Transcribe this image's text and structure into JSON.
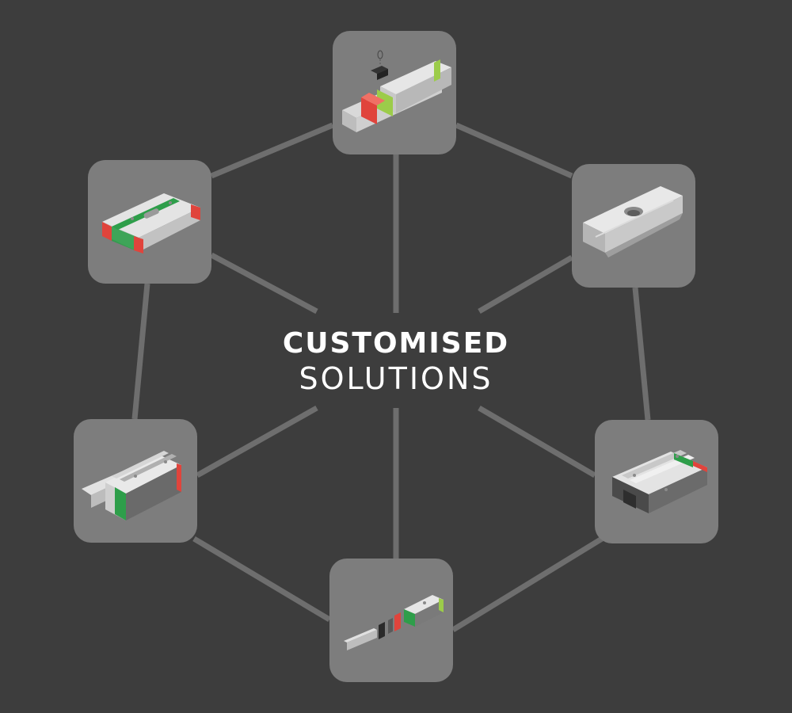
{
  "title": {
    "line1": "CUSTOMISED",
    "line2": "SOLUTIONS"
  },
  "colors": {
    "background": "#3d3d3d",
    "tile": "#7d7d7d",
    "connector": "#6e6e6e",
    "text": "#ffffff",
    "accent_green": "#2e9e4a",
    "accent_red": "#e0443c",
    "accent_lime": "#9ccc4a"
  },
  "nodes": [
    {
      "id": "top",
      "icon": "linear-guide-exploded-seal-icon"
    },
    {
      "id": "upper-left",
      "icon": "linear-block-red-end-cap-icon"
    },
    {
      "id": "upper-right",
      "icon": "linear-rail-section-icon"
    },
    {
      "id": "lower-left",
      "icon": "linear-block-on-rail-icon"
    },
    {
      "id": "lower-right",
      "icon": "flange-carriage-block-icon"
    },
    {
      "id": "bottom",
      "icon": "linear-guide-assembly-exploded-icon"
    }
  ]
}
